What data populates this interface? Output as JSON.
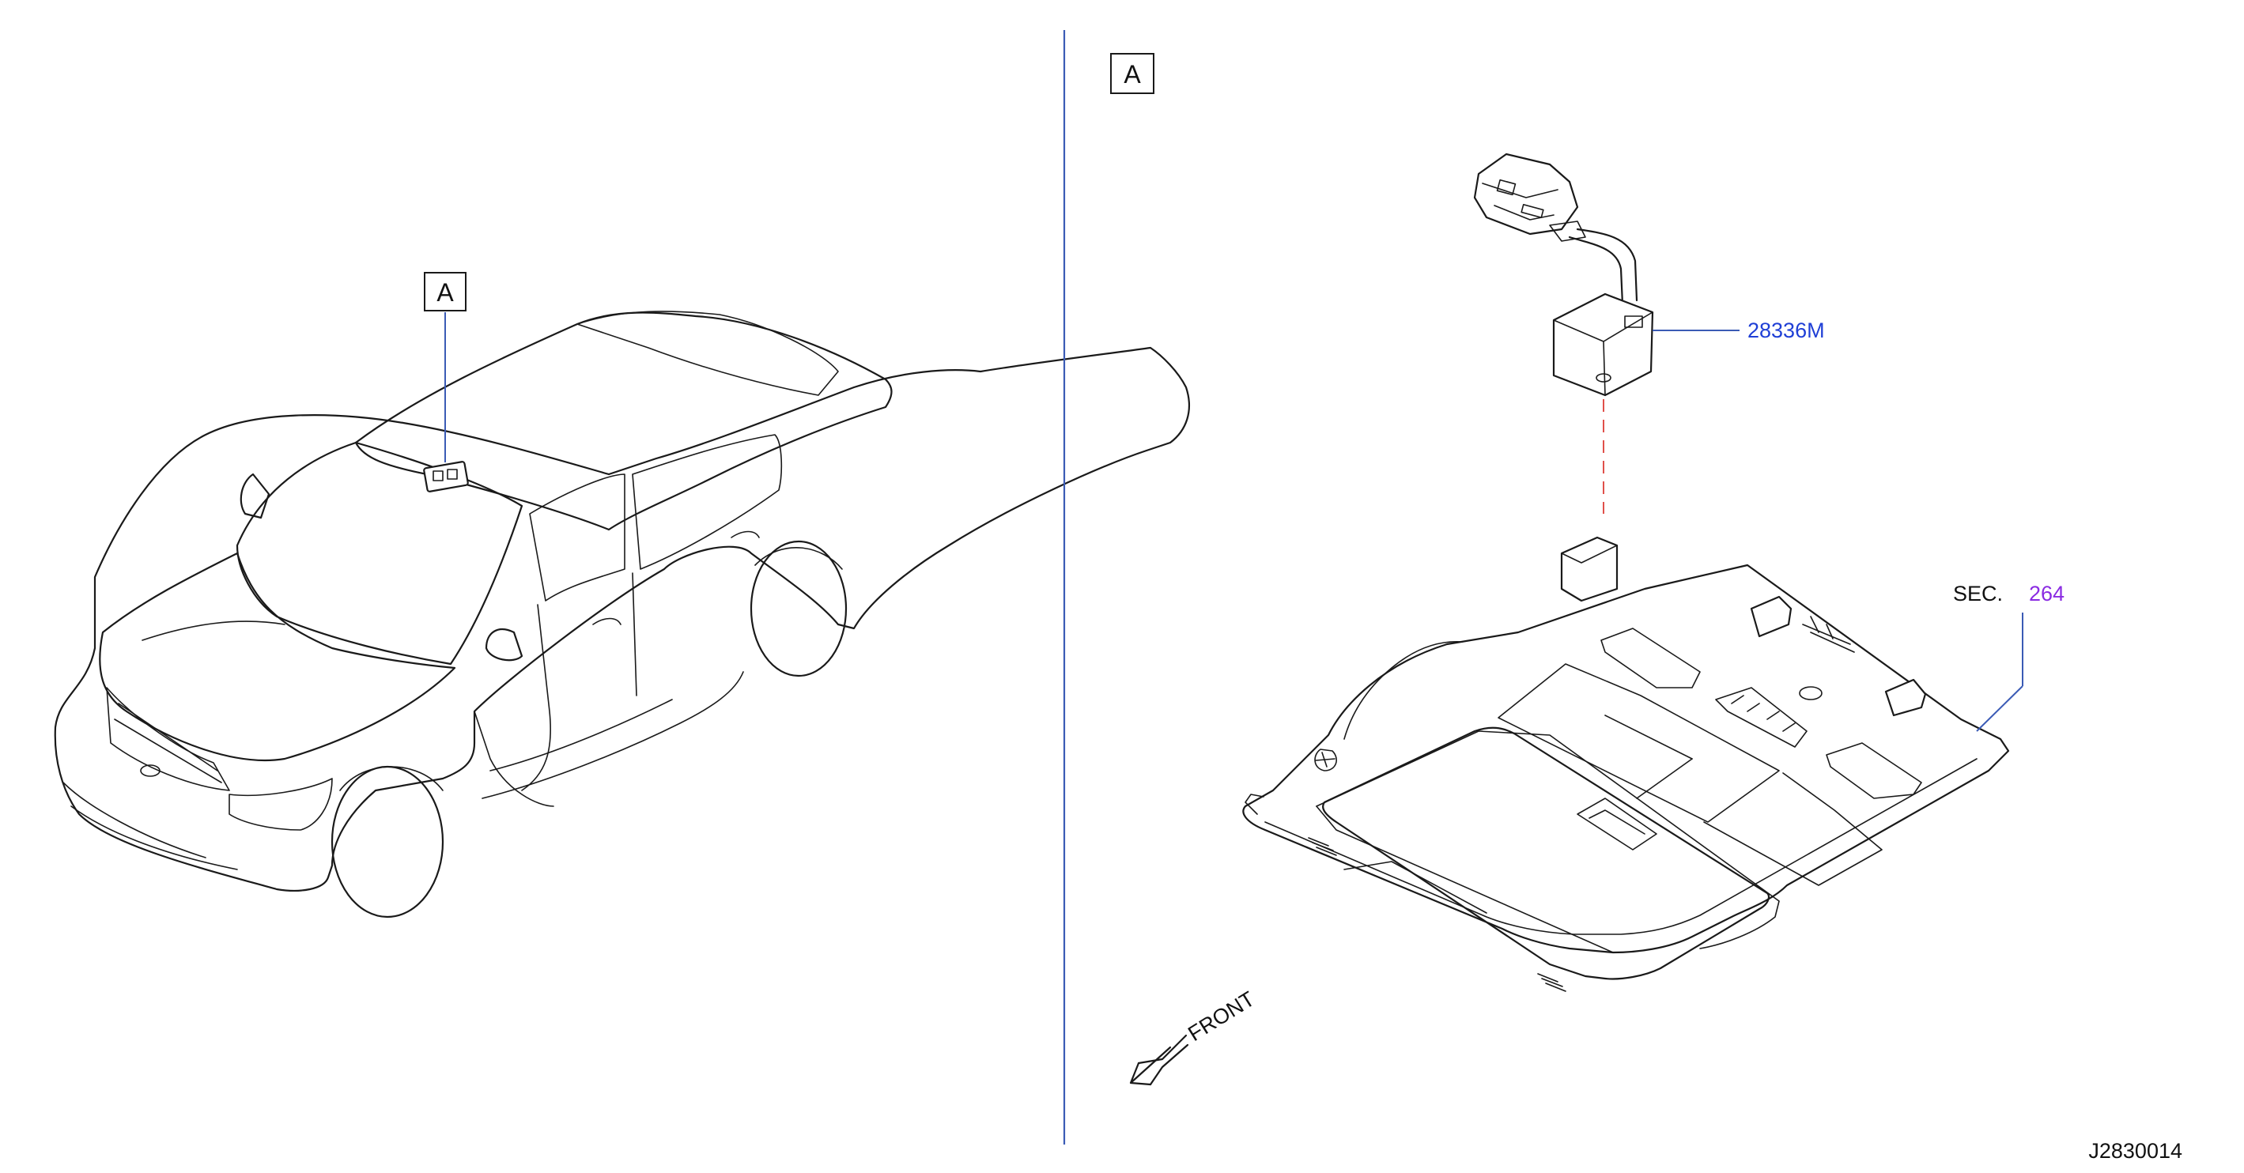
{
  "callouts": {
    "view_a_car": "A",
    "view_a_detail": "A"
  },
  "parts": {
    "part_number": "28336M",
    "section_prefix": "SEC.",
    "section_number": "264"
  },
  "front_label": "FRONT",
  "drawing_id": "J2830014",
  "colors": {
    "divider": "#3b5bb5",
    "part_number": "#1f3fd6",
    "section_number": "#8a2be2",
    "leader": "#3b5bb5",
    "hidden_line": "#e0504a"
  }
}
